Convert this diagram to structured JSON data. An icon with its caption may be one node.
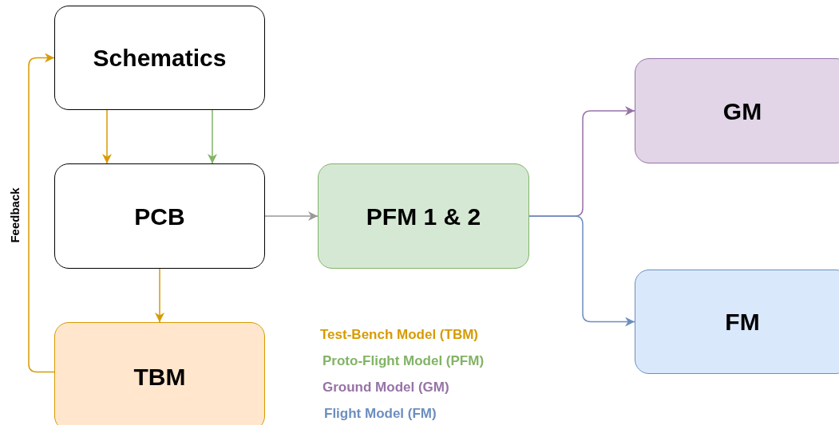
{
  "diagram": {
    "nodes": [
      {
        "text": [
          "Schematics"
        ]
      },
      {
        "text": [
          "PCB"
        ]
      },
      {
        "text": [
          "TBM"
        ]
      },
      {
        "text": [
          "PFM 1 & 2"
        ]
      },
      {
        "text": [
          "GM"
        ]
      },
      {
        "text": [
          "FM"
        ]
      }
    ],
    "edges": [
      {
        "from": 0,
        "to": 1,
        "arrow": "to",
        "color": "#d79b00"
      },
      {
        "from": 0,
        "to": 1,
        "arrow": "to",
        "color": "#82b366"
      },
      {
        "from": 1,
        "to": 2,
        "arrow": "to",
        "color": "#d79b00"
      },
      {
        "from": 2,
        "to": 0,
        "arrow": "to",
        "label": "Feedback",
        "color": "#d79b00"
      },
      {
        "from": 1,
        "to": 3,
        "arrow": "to",
        "color": "#999999"
      },
      {
        "from": 3,
        "to": 4,
        "arrow": "to",
        "color": "#9673a6"
      },
      {
        "from": 3,
        "to": 5,
        "arrow": "to",
        "color": "#6c8ebf"
      }
    ],
    "legend": [
      {
        "text": "Test-Bench Model (TBM)",
        "color": "#d79b00"
      },
      {
        "text": "Proto-Flight Model (PFM)",
        "color": "#82b366"
      },
      {
        "text": "Ground Model (GM)",
        "color": "#9673a6"
      },
      {
        "text": "Flight Model (FM)",
        "color": "#6c8ebf"
      }
    ]
  }
}
